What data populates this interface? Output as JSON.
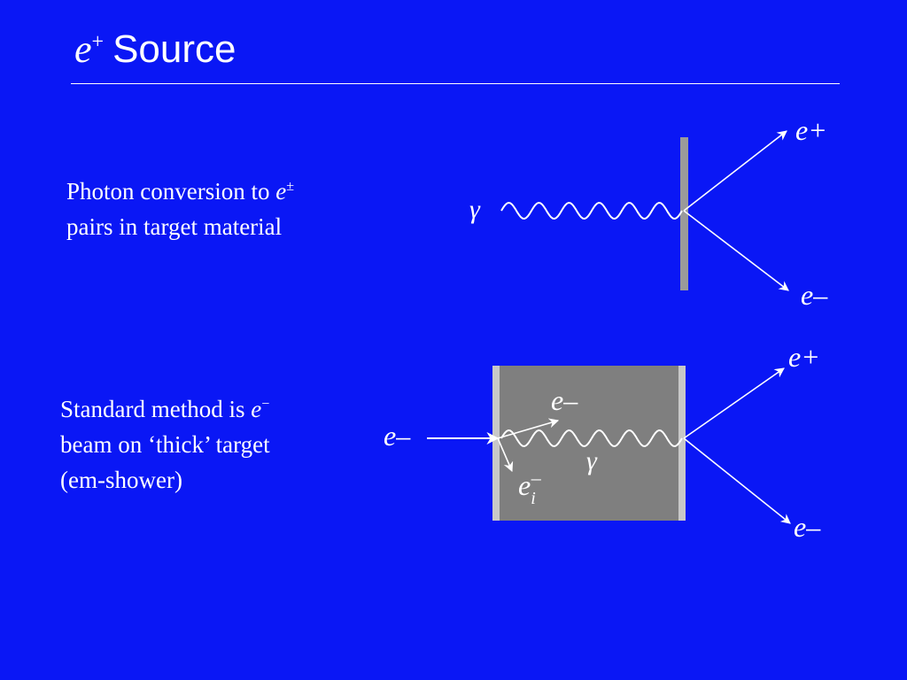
{
  "title": {
    "particle": "e",
    "charge": "+",
    "word": "Source"
  },
  "block1": {
    "line1": "Photon conversion to ",
    "line1_symbol": "e",
    "line1_charge": "±",
    "line2": "pairs in target material"
  },
  "block2": {
    "line1": "Standard method is ",
    "line1_symbol": "e",
    "line1_charge": "−",
    "line2": "beam on ‘thick’ target",
    "line3": "(em-shower)"
  },
  "diagram1": {
    "photon_label": "γ",
    "positron_label": "e+",
    "electron_label": "e–"
  },
  "diagram2": {
    "incoming_label": "e–",
    "shower_electron_label": "e–",
    "ionization_label_base": "e",
    "ionization_label_sub": "i",
    "ionization_label_charge": "–",
    "photon_label": "γ",
    "positron_label": "e+",
    "electron_label": "e–"
  },
  "colors": {
    "background": "#0a17f5",
    "foreground": "#ffffff",
    "target_thin": "#9a9a9a",
    "target_thick_fill": "#7f7f7f",
    "target_thick_edge": "#c8c8c8"
  }
}
